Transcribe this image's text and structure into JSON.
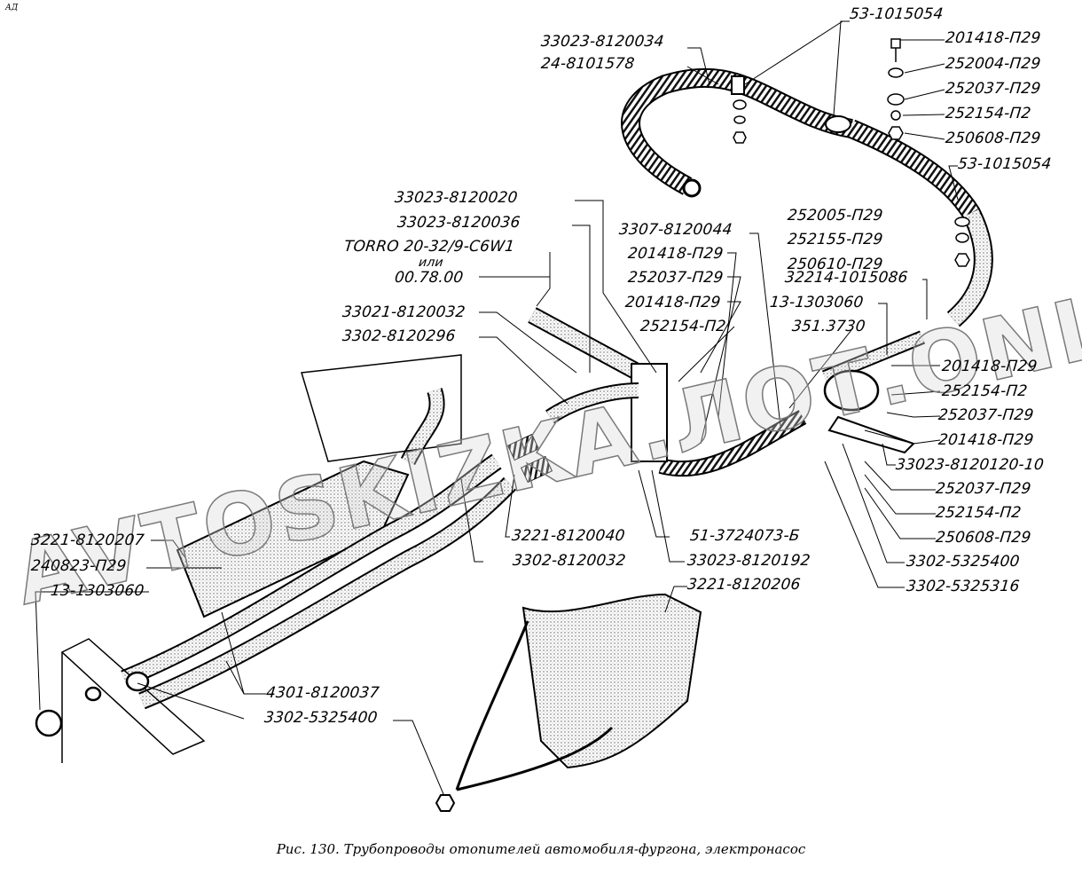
{
  "corner_mark": "АД",
  "watermark": "AVTOSKIZKA.ЛОТ.ONLINE",
  "caption": "Рис. 130. Трубопроводы отопителей автомобиля-фургона, электронасос",
  "labels": {
    "l01": "53-1015054",
    "l02": "33023-8120034",
    "l03": "24-8101578",
    "l04": "201418-П29",
    "l05": "252004-П29",
    "l06": "252037-П29",
    "l07": "252154-П2",
    "l08": "250608-П29",
    "l09": "53-1015054",
    "l10": "33023-8120020",
    "l11": "33023-8120036",
    "l12": "TORRO 20-32/9-C6W1",
    "l13": "или",
    "l14": "00.78.00",
    "l15": "3307-8120044",
    "l16": "201418-П29",
    "l17": "252037-П29",
    "l18": "201418-П29",
    "l19": "252154-П2",
    "l20": "252005-П29",
    "l21": "252155-П29",
    "l22": "250610-П29",
    "l23": "32214-1015086",
    "l24": "13-1303060",
    "l25": "351.3730",
    "l26": "33021-8120032",
    "l27": "3302-8120296",
    "l28": "201418-П29",
    "l29": "252154-П2",
    "l30": "252037-П29",
    "l31": "201418-П29",
    "l32": "33023-8120120-10",
    "l33": "252037-П29",
    "l34": "252154-П2",
    "l35": "250608-П29",
    "l36": "3302-5325400",
    "l37": "3302-5325316",
    "l38": "3221-8120040",
    "l39": "51-3724073-Б",
    "l40": "3302-8120032",
    "l41": "33023-8120192",
    "l42": "3221-8120206",
    "l43": "3221-8120207",
    "l44": "240823-П29",
    "l45": "13-1303060",
    "l46": "4301-8120037",
    "l47": "3302-5325400"
  }
}
